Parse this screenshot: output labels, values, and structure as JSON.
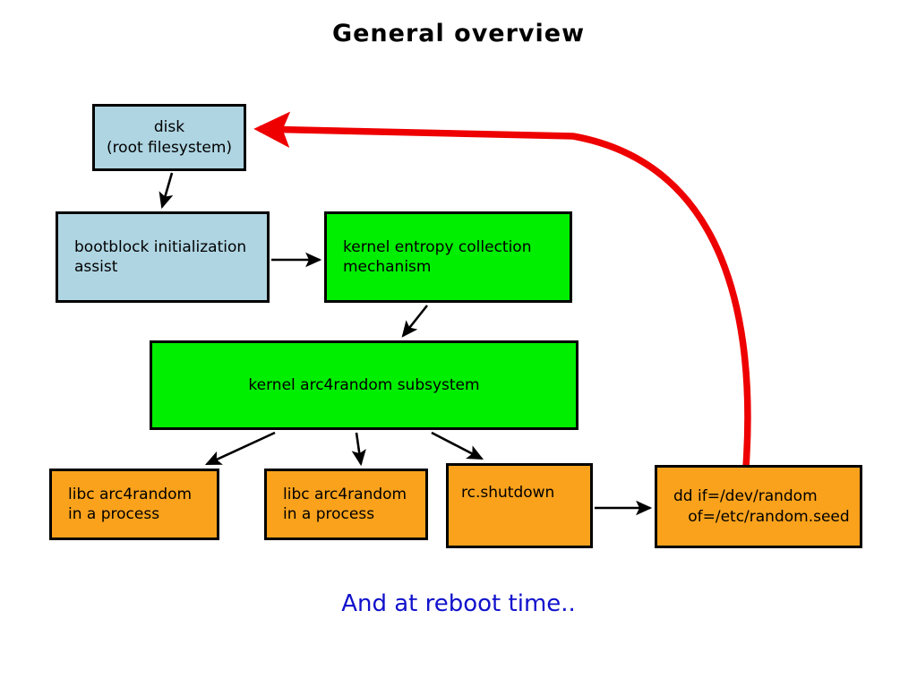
{
  "slide": {
    "title": "General overview",
    "footnote": "And at reboot time..",
    "background_color": "#ffffff",
    "title_color": "#000000",
    "footnote_color": "#1111cc"
  },
  "colors": {
    "blue_fill": "#afd5e2",
    "green_fill": "#00ee00",
    "orange_fill": "#faa21c",
    "node_border": "#000000",
    "edge_black": "#000000",
    "edge_red": "#ee0000"
  },
  "nodes": [
    {
      "id": "disk",
      "label": "disk\n(root filesystem)",
      "fill": "blue"
    },
    {
      "id": "bootblock",
      "label": "bootblock initialization\nassist",
      "fill": "blue"
    },
    {
      "id": "entropy",
      "label": "kernel entropy collection\nmechanism",
      "fill": "green"
    },
    {
      "id": "arc4random",
      "label": "kernel arc4random subsystem",
      "fill": "green"
    },
    {
      "id": "libc_a",
      "label": "libc arc4random\nin a process",
      "fill": "orange"
    },
    {
      "id": "libc_b",
      "label": "libc arc4random\nin a process",
      "fill": "orange"
    },
    {
      "id": "rcshutdown",
      "label": "rc.shutdown",
      "fill": "orange"
    },
    {
      "id": "ddseed",
      "label": "dd if=/dev/random\n   of=/etc/random.seed",
      "fill": "orange"
    }
  ],
  "edges": [
    {
      "id": "disk-to-bootblock",
      "from": "disk",
      "to": "bootblock",
      "color": "#000000"
    },
    {
      "id": "bootblock-to-entropy",
      "from": "bootblock",
      "to": "entropy",
      "color": "#000000"
    },
    {
      "id": "entropy-to-arc4random",
      "from": "entropy",
      "to": "arc4random",
      "color": "#000000"
    },
    {
      "id": "arc4random-to-libc-a",
      "from": "arc4random",
      "to": "libc_a",
      "color": "#000000"
    },
    {
      "id": "arc4random-to-libc-b",
      "from": "arc4random",
      "to": "libc_b",
      "color": "#000000"
    },
    {
      "id": "arc4random-to-rcshutdown",
      "from": "arc4random",
      "to": "rcshutdown",
      "color": "#000000"
    },
    {
      "id": "rcshutdown-to-ddseed",
      "from": "rcshutdown",
      "to": "ddseed",
      "color": "#000000"
    },
    {
      "id": "ddseed-to-disk",
      "from": "ddseed",
      "to": "disk",
      "color": "#ee0000"
    }
  ]
}
